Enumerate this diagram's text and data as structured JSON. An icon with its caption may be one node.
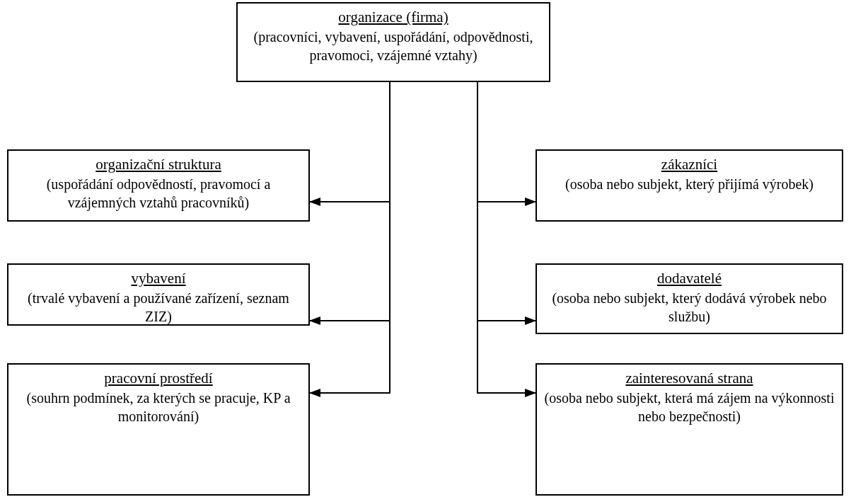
{
  "diagram": {
    "nodes": [
      {
        "text": [
          "organizace (firma)",
          "(pracovníci, vybavení, uspořádání, odpovědnosti, pravomoci, vzájemné vztahy)"
        ]
      },
      {
        "text": [
          "organizační struktura",
          "(uspořádání odpovědností, pravomocí a vzájemných vztahů pracovníků)"
        ]
      },
      {
        "text": [
          "zákazníci",
          "(osoba nebo subjekt, který přijímá výrobek)"
        ]
      },
      {
        "text": [
          "vybavení",
          "(trvalé vybavení a používané zařízení, seznam ZIZ)"
        ]
      },
      {
        "text": [
          "dodavatelé",
          "(osoba nebo subjekt, který dodává výrobek nebo službu)"
        ]
      },
      {
        "text": [
          "pracovní prostředí",
          "(souhrn podmínek, za kterých se pracuje, KP a monitorování)"
        ]
      },
      {
        "text": [
          "zainteresovaná strana",
          "(osoba nebo subjekt, která má zájem na výkonnosti nebo bezpečnosti)"
        ]
      }
    ],
    "edges": [
      {
        "from": 0,
        "to": 1,
        "arrow": "to"
      },
      {
        "from": 0,
        "to": 2,
        "arrow": "to"
      },
      {
        "from": 0,
        "to": 3,
        "arrow": "to"
      },
      {
        "from": 0,
        "to": 4,
        "arrow": "to"
      },
      {
        "from": 0,
        "to": 5,
        "arrow": "to"
      },
      {
        "from": 0,
        "to": 6,
        "arrow": "to"
      }
    ]
  }
}
